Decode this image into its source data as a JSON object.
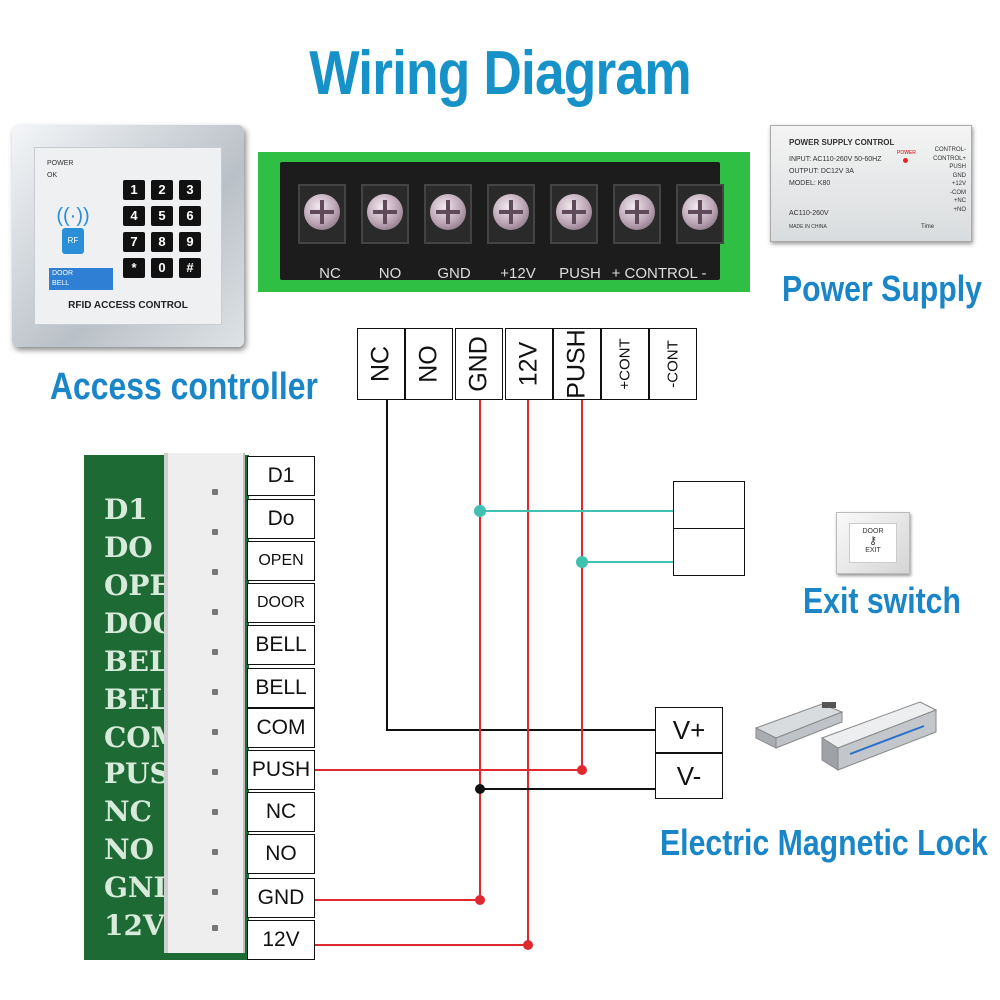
{
  "title": "Wiring Diagram",
  "captions": {
    "access_controller": "Access controller",
    "power_supply": "Power Supply",
    "exit_switch": "Exit switch",
    "electric_lock": "Electric Magnetic Lock"
  },
  "keypad": {
    "power_label": "POWER",
    "ok_label": "OK",
    "keys": [
      "1",
      "2",
      "3",
      "4",
      "5",
      "6",
      "7",
      "8",
      "9",
      "*",
      "0",
      "#"
    ],
    "rf_label": "RF",
    "doorbell_line1": "DOOR",
    "doorbell_line2": "BELL",
    "brand_text": "RFID ACCESS CONTROL"
  },
  "terminal_labels": [
    "NC",
    "NO",
    "GND",
    "+12V",
    "PUSH",
    "+ CONTROL -"
  ],
  "power_supply": {
    "header": "POWER SUPPLY CONTROL",
    "power_label": "POWER",
    "input": "INPUT: AC110-260V 50-60HZ",
    "output": "OUTPUT: DC12V 3A",
    "model": "MODEL: K80",
    "ac_label": "AC110-260V",
    "made_in": "MADE IN CHINA",
    "time_label": "Time",
    "side_labels": [
      "CONTROL-",
      "CONTROL+",
      "PUSH",
      "GND",
      "+12V",
      "-COM",
      "+NC",
      "+NO"
    ]
  },
  "top_terminals": [
    "NC",
    "NO",
    "GND",
    "12V",
    "PUSH",
    "+CONT",
    "-CONT"
  ],
  "board_labels": [
    "D1",
    "DO",
    "OPE",
    "DOO",
    "BEL",
    "BEL",
    "COM",
    "PUS",
    "NC",
    "NO",
    "GNI",
    "12V"
  ],
  "controller_pins": [
    "D1",
    "Do",
    "OPEN",
    "DOOR",
    "BELL",
    "BELL",
    "COM",
    "PUSH",
    "NC",
    "NO",
    "GND",
    "12V"
  ],
  "exit_switch": {
    "line1": "DOOR",
    "line2": "EXIT"
  },
  "lock_terminals": [
    "V+",
    "V-"
  ],
  "colors": {
    "title_blue": "#1692c9",
    "wire_red": "#e0282f",
    "wire_teal": "#3fc0b0",
    "wire_black": "#111111",
    "board_green": "#1e6a35",
    "terminal_green": "#2fbf44"
  }
}
